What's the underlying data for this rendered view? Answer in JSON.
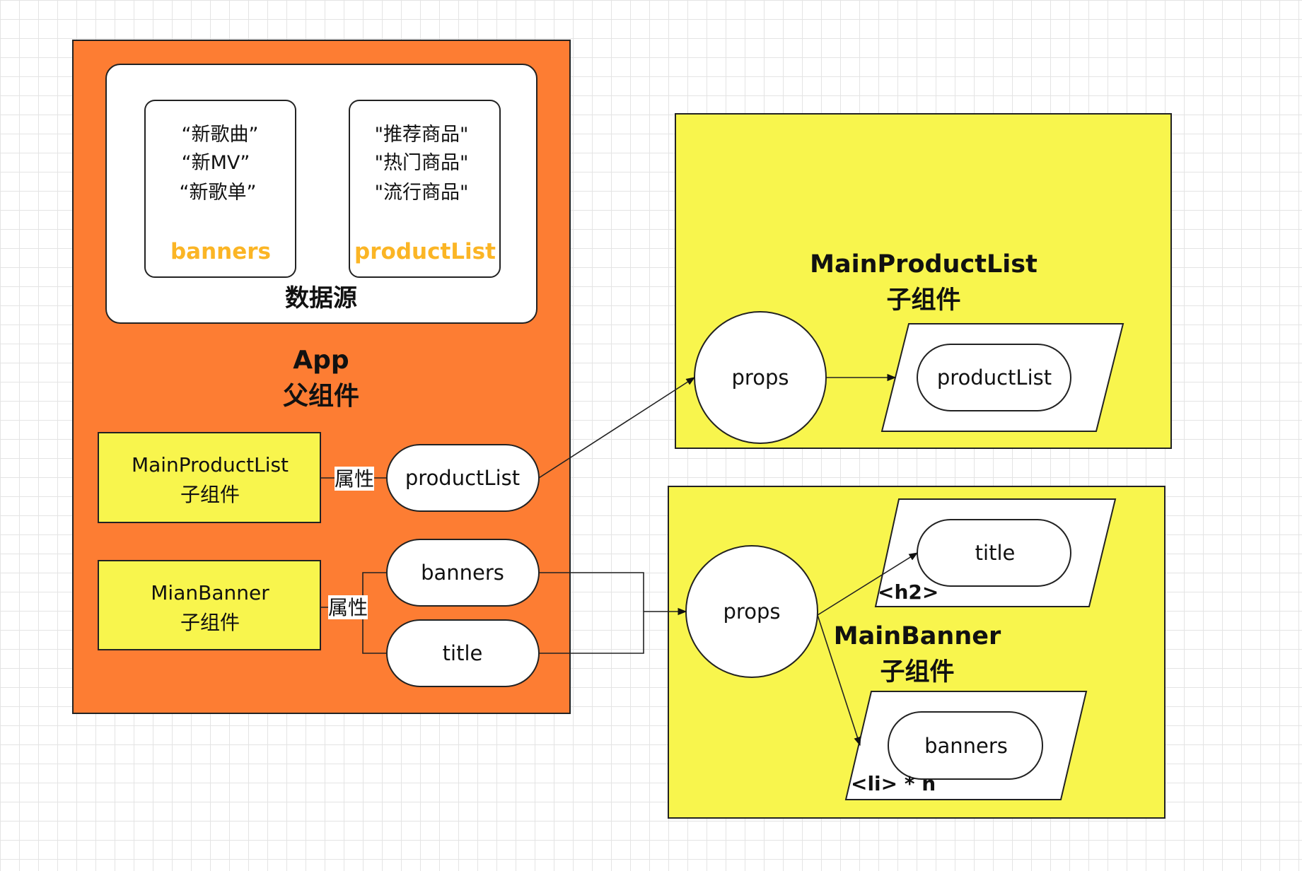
{
  "datasource": {
    "songs": [
      "“新歌曲”",
      "“新MV”",
      "“新歌单”"
    ],
    "products": [
      "\"推荐商品\"",
      "\"热门商品\"",
      "\"流行商品\""
    ],
    "banners_label": "banners",
    "productlist_label": "productList",
    "title": "数据源"
  },
  "app": {
    "name": "App",
    "role": "父组件"
  },
  "parent_children": {
    "main_product_list": {
      "name": "MainProductList",
      "role": "子组件"
    },
    "main_banner": {
      "name": "MianBanner",
      "role": "子组件"
    },
    "attr_label_1": "属性",
    "attr_label_2": "属性",
    "prop_productlist": "productList",
    "prop_banners": "banners",
    "prop_title": "title"
  },
  "mpl_child": {
    "name": "MainProductList",
    "role": "子组件",
    "props": "props",
    "productlist": "productList"
  },
  "banner_child": {
    "name": "MainBanner",
    "role": "子组件",
    "props": "props",
    "title": "title",
    "h2_tag": "<h2>",
    "banners": "banners",
    "li_tag": "<li> * n"
  },
  "colors": {
    "app_orange": "#fd7d33",
    "child_yellow": "#f8f54d",
    "accent_gold": "#fbb525"
  }
}
